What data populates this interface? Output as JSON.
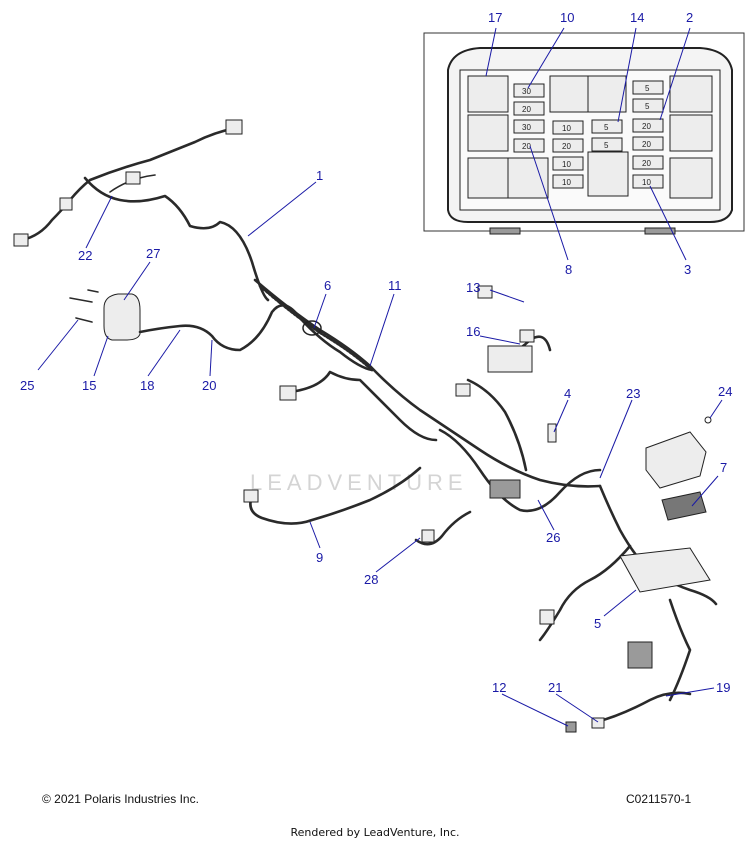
{
  "callouts": {
    "c1": "1",
    "c2": "2",
    "c3": "3",
    "c4": "4",
    "c5": "5",
    "c6": "6",
    "c7": "7",
    "c8": "8",
    "c9": "9",
    "c10": "10",
    "c11": "11",
    "c12": "12",
    "c13": "13",
    "c14": "14",
    "c15": "15",
    "c16": "16",
    "c17": "17",
    "c18": "18",
    "c19": "19",
    "c20": "20",
    "c21": "21",
    "c22": "22",
    "c23": "23",
    "c24": "24",
    "c25": "25",
    "c26": "26",
    "c27": "27",
    "c28": "28"
  },
  "fuse_box": {
    "col1": [
      "30",
      "20",
      "30",
      "20"
    ],
    "col2": [
      "10",
      "20",
      "10",
      "10"
    ],
    "col3": [
      "5",
      "5"
    ],
    "col4": [
      "5",
      "5",
      "20",
      "20",
      "20",
      "10"
    ]
  },
  "watermark": "LEADVENTURE",
  "footer": {
    "copyright": "© 2021 Polaris Industries Inc.",
    "diagram_code": "C0211570-1",
    "rendered_by": "Rendered by LeadVenture, Inc."
  },
  "colors": {
    "callout": "#1a1aa6",
    "line_art": "#2a2a2a"
  }
}
